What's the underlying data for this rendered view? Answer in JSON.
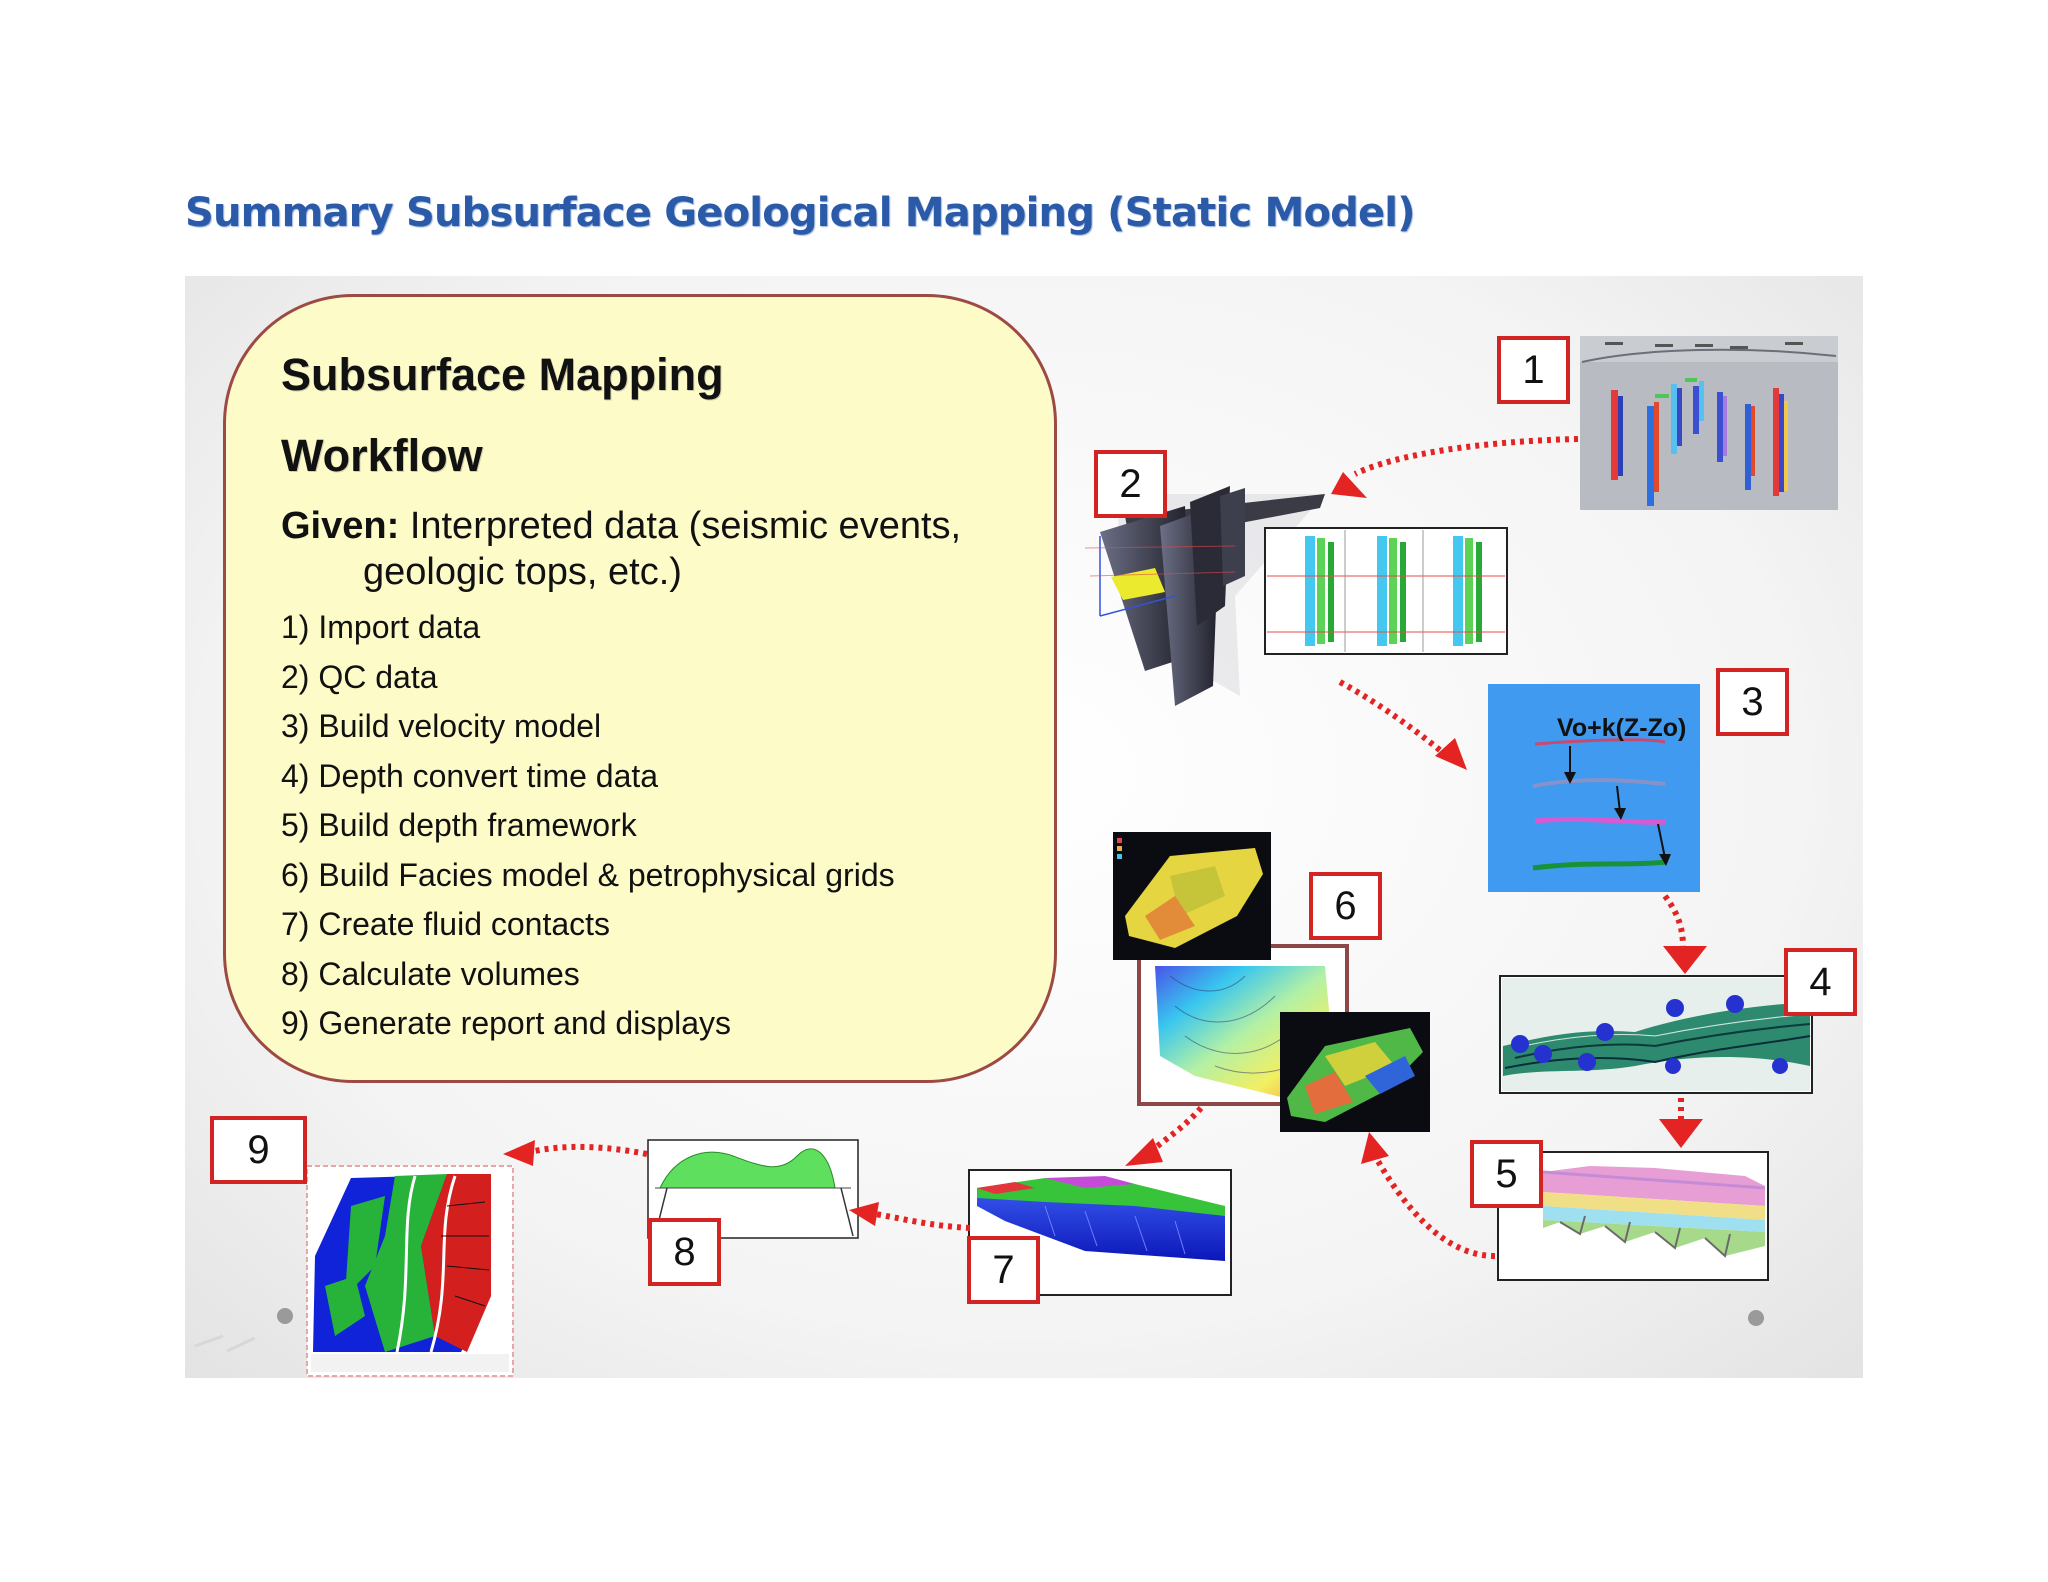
{
  "document": {
    "title": "Summary Subsurface Geological Mapping (Static Model)"
  },
  "workflow": {
    "title": "Subsurface Mapping",
    "subtitle": "Workflow",
    "given_label": "Given:",
    "given_text": "Interpreted data (seismic events,",
    "given_text_cont": "geologic tops, etc.)",
    "steps": [
      "1) Import data",
      "2) QC data",
      "3) Build  velocity model",
      "4) Depth convert  time data",
      "5) Build  depth framework",
      "6) Build  Facies model & petrophysical grids",
      "7) Create fluid contacts",
      "8) Calculate volumes",
      "9) Generate report and displays"
    ]
  },
  "callouts": [
    "1",
    "2",
    "3",
    "4",
    "5",
    "6",
    "7",
    "8",
    "9"
  ],
  "velocity_panel": {
    "formula": "Vo+k(Z-Zo)",
    "background": "#3f9af0"
  },
  "colors": {
    "title_blue": "#2a5aa8",
    "arrow_red": "#e42323",
    "box_fill": "#fdfbc8",
    "box_border": "#9e4a44",
    "callout_border": "#d32424"
  }
}
